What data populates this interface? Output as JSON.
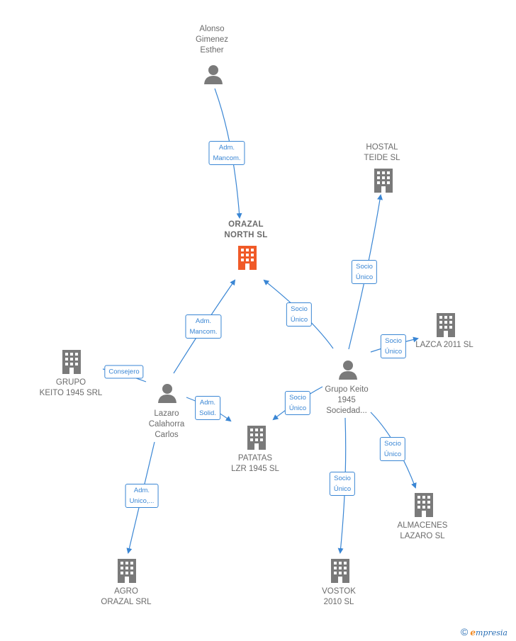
{
  "colors": {
    "node": "#7a7a7a",
    "focus": "#f05a28",
    "edge": "#3a86d4"
  },
  "nodes": {
    "alonso": {
      "label": "Alonso\nGimenez\nEsther",
      "type": "person"
    },
    "orazal": {
      "label": "ORAZAL\nNORTH  SL",
      "type": "company-focus"
    },
    "hostal": {
      "label": "HOSTAL\nTEIDE SL",
      "type": "company"
    },
    "lazca": {
      "label": "LAZCA 2011 SL",
      "type": "company"
    },
    "grupo_keito_srl": {
      "label": "GRUPO\nKEITO 1945 SRL",
      "type": "company"
    },
    "lazaro": {
      "label": "Lazaro\nCalahorra\nCarlos",
      "type": "person"
    },
    "grupo_keito_soc": {
      "label": "Grupo Keito\n1945\nSociedad...",
      "type": "person"
    },
    "patatas": {
      "label": "PATATAS\nLZR 1945  SL",
      "type": "company"
    },
    "almacenes": {
      "label": "ALMACENES\nLAZARO SL",
      "type": "company"
    },
    "agro": {
      "label": "AGRO\nORAZAL SRL",
      "type": "company"
    },
    "vostok": {
      "label": "VOSTOK\n2010 SL",
      "type": "company"
    }
  },
  "edges": [
    {
      "label": "Adm.\nMancom."
    },
    {
      "label": "Adm.\nMancom."
    },
    {
      "label": "Socio\nÚnico"
    },
    {
      "label": "Socio\nÚnico"
    },
    {
      "label": "Socio\nÚnico"
    },
    {
      "label": "Consejero"
    },
    {
      "label": "Adm.\nSolid."
    },
    {
      "label": "Socio\nÚnico"
    },
    {
      "label": "Socio\nÚnico"
    },
    {
      "label": "Socio\nÚnico"
    },
    {
      "label": "Adm.\nUnico,..."
    }
  ],
  "footer": {
    "copyright": "©",
    "brand_initial": "e",
    "brand_rest": "mpresia"
  }
}
